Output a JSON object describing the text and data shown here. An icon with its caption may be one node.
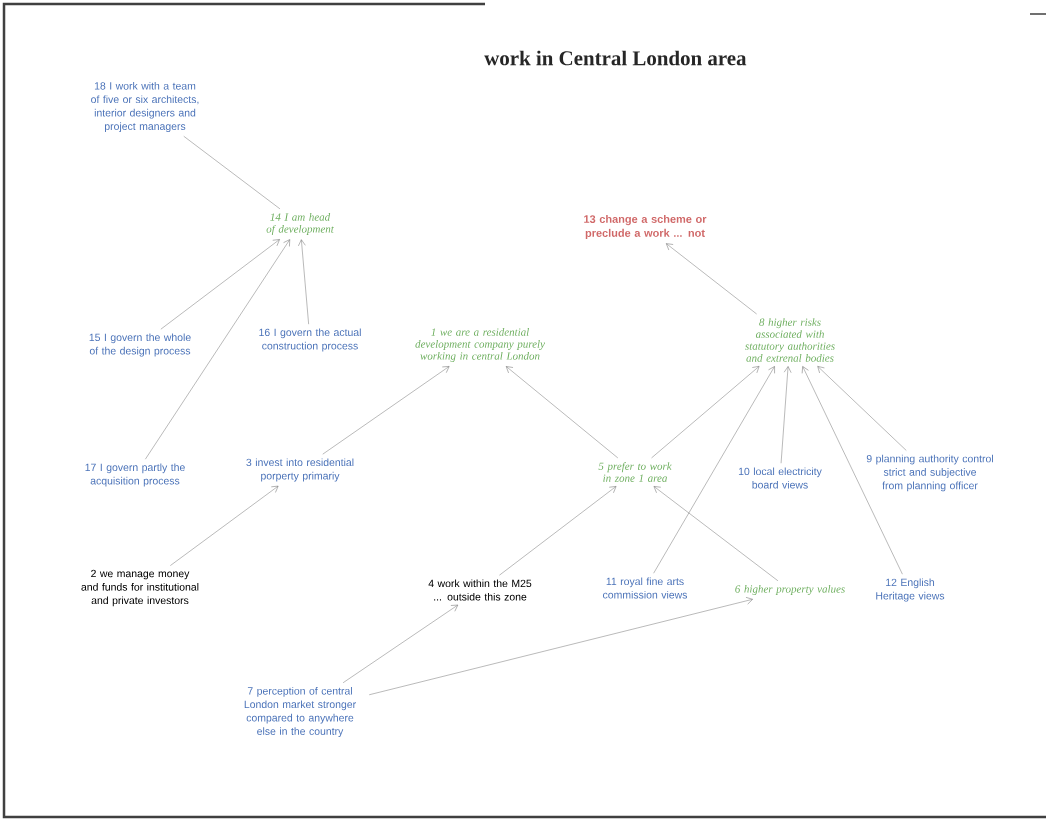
{
  "diagram": {
    "title": "work in Central London area",
    "nodes": [
      {
        "text": [
          "18 I work with a team of five or six architects, interior designers and project managers"
        ]
      },
      {
        "text": [
          "14 I am head of development"
        ]
      },
      {
        "text": [
          "13 change a scheme or preclude a work ... not"
        ]
      },
      {
        "text": [
          "15 I govern the whole of the design process"
        ]
      },
      {
        "text": [
          "16 I govern the actual construction process"
        ]
      },
      {
        "text": [
          "1 we are a residential development company purely working in central London"
        ]
      },
      {
        "text": [
          "8 higher risks associated with statutory authorities and extrenal bodies"
        ]
      },
      {
        "text": [
          "17 I govern partly the acquisition process"
        ]
      },
      {
        "text": [
          "3 invest into residential porperty primariy"
        ]
      },
      {
        "text": [
          "5 prefer to work in zone 1 area"
        ]
      },
      {
        "text": [
          "10 local electricity board views"
        ]
      },
      {
        "text": [
          "9 planning authority control strict and subjective from planning officer"
        ]
      },
      {
        "text": [
          "2 we manage money and funds for institutional and private investors"
        ]
      },
      {
        "text": [
          "4 work within the M25 ... outside this zone"
        ]
      },
      {
        "text": [
          "11 royal fine arts commission views"
        ]
      },
      {
        "text": [
          "6 higher property values"
        ]
      },
      {
        "text": [
          "12 English Heritage views"
        ]
      },
      {
        "text": [
          "7 perception of central London market stronger compared to anywhere else in the country"
        ]
      }
    ],
    "edges": [
      {
        "from": 0,
        "to": 1,
        "arrow": "none"
      },
      {
        "from": 3,
        "to": 1,
        "arrow": "to"
      },
      {
        "from": 7,
        "to": 1,
        "arrow": "to"
      },
      {
        "from": 4,
        "to": 1,
        "arrow": "to"
      },
      {
        "from": 8,
        "to": 5,
        "arrow": "to"
      },
      {
        "from": 6,
        "to": 2,
        "arrow": "to"
      },
      {
        "from": 9,
        "to": 5,
        "arrow": "to"
      },
      {
        "from": 9,
        "to": 6,
        "arrow": "to"
      },
      {
        "from": 14,
        "to": 6,
        "arrow": "to"
      },
      {
        "from": 10,
        "to": 6,
        "arrow": "to"
      },
      {
        "from": 16,
        "to": 6,
        "arrow": "to"
      },
      {
        "from": 11,
        "to": 6,
        "arrow": "to"
      },
      {
        "from": 12,
        "to": 8,
        "arrow": "to"
      },
      {
        "from": 13,
        "to": 9,
        "arrow": "to"
      },
      {
        "from": 15,
        "to": 9,
        "arrow": "to"
      },
      {
        "from": 17,
        "to": 13,
        "arrow": "to"
      },
      {
        "from": 17,
        "to": 15,
        "arrow": "to"
      }
    ]
  }
}
